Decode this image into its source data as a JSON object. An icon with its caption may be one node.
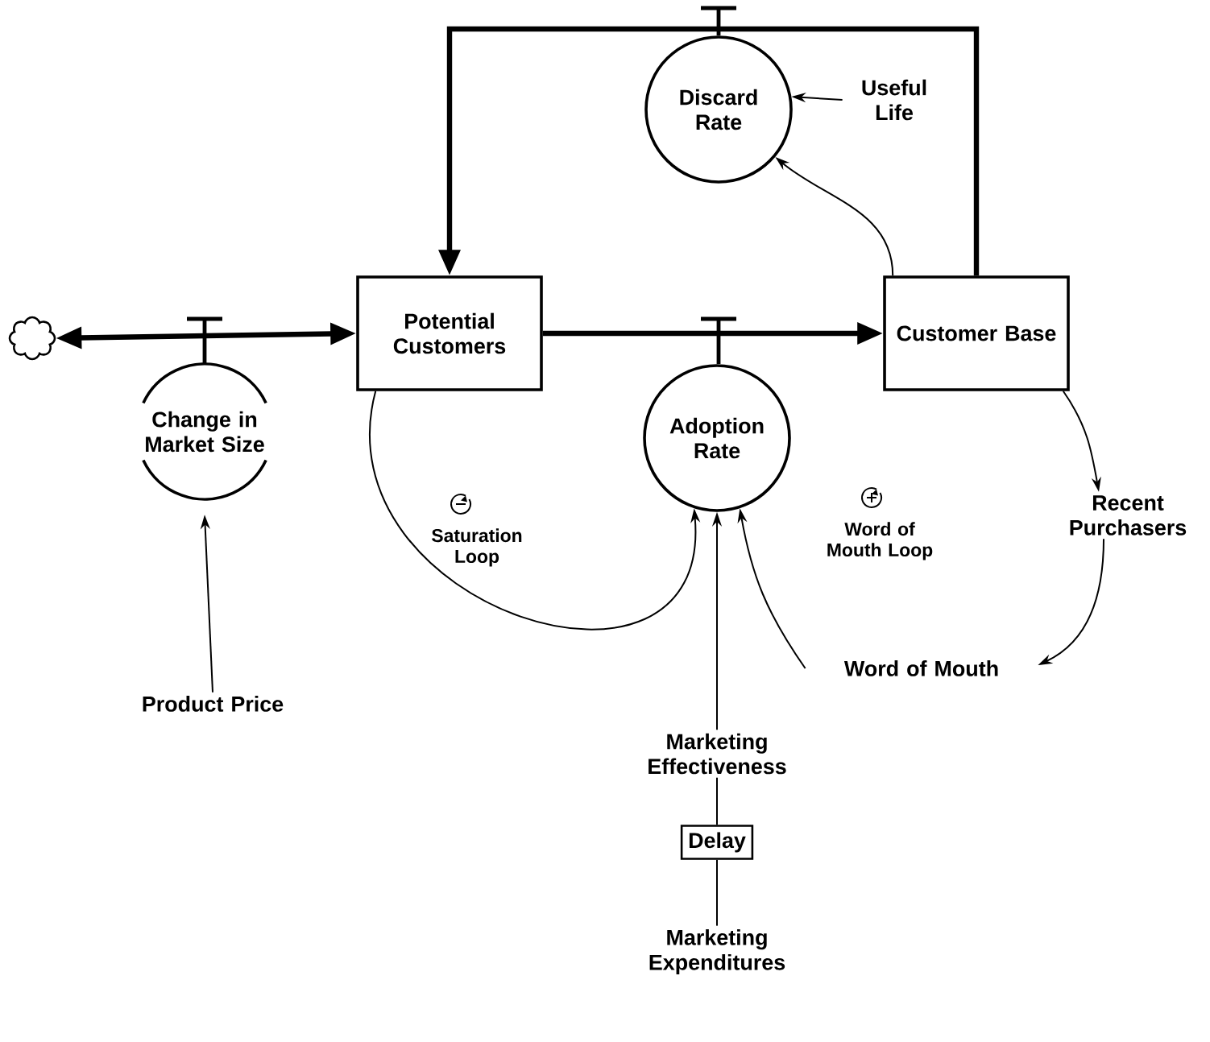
{
  "diagram": {
    "nodes": [
      {
        "text": [],
        "shape": "cloud"
      },
      {
        "text": [
          "Change in Market Size"
        ]
      },
      {
        "text": [
          "Potential Customers"
        ]
      },
      {
        "text": [
          "Discard Rate"
        ]
      },
      {
        "text": [
          "Useful Life"
        ]
      },
      {
        "text": [
          "Adoption Rate"
        ]
      },
      {
        "text": [
          "Customer Base"
        ]
      },
      {
        "text": [
          "Recent Purchasers"
        ]
      },
      {
        "text": [
          "Word of Mouth"
        ]
      },
      {
        "text": [
          "Product Price"
        ]
      },
      {
        "text": [
          "Marketing Effectiveness"
        ]
      },
      {
        "text": [
          "Delay"
        ]
      },
      {
        "text": [
          "Marketing Expenditures"
        ]
      }
    ],
    "edges": [
      {
        "from": 0,
        "to": 2,
        "arrow": "both",
        "style": "thick"
      },
      {
        "from": 2,
        "to": 6,
        "arrow": "to",
        "style": "thick"
      },
      {
        "from": 6,
        "to": 2,
        "arrow": "to",
        "style": "thick"
      },
      {
        "from": 4,
        "to": 3,
        "arrow": "to"
      },
      {
        "from": 6,
        "to": 3,
        "arrow": "to"
      },
      {
        "from": 9,
        "to": 1,
        "arrow": "to"
      },
      {
        "from": 2,
        "to": 5,
        "arrow": "to"
      },
      {
        "from": 6,
        "to": 7,
        "arrow": "to"
      },
      {
        "from": 7,
        "to": 8,
        "arrow": "to"
      },
      {
        "from": 8,
        "to": 5,
        "arrow": "to"
      },
      {
        "from": 10,
        "to": 5,
        "arrow": "to"
      },
      {
        "from": 11,
        "to": 10,
        "arrow": "none"
      },
      {
        "from": 12,
        "to": 11,
        "arrow": "none"
      }
    ],
    "labels": [
      "Saturation Loop",
      "Word of Mouth Loop"
    ]
  }
}
